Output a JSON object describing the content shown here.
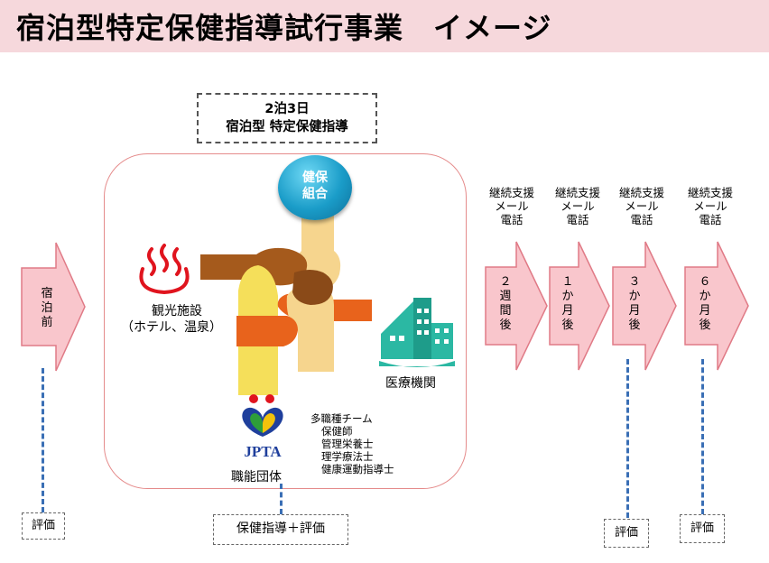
{
  "header": {
    "title": "宿泊型特定保健指導試行事業　イメージ"
  },
  "stay_box": {
    "line1": "2泊3日",
    "line2": "宿泊型 特定保健指導"
  },
  "kenpo_badge": {
    "line1": "健保",
    "line2": "組合"
  },
  "tourism": {
    "line1": "観光施設",
    "line2": "（ホテル、温泉）"
  },
  "medical": {
    "label": "医療機関"
  },
  "jpta": {
    "logo_text": "JPTA",
    "label": "職能団体"
  },
  "team": {
    "title": "多職種チーム",
    "members": [
      "保健師",
      "管理栄養士",
      "理学療法士",
      "健康運動指導士"
    ]
  },
  "pre_stay": {
    "label_chars": [
      "宿",
      "泊",
      "前"
    ]
  },
  "support_steps": [
    {
      "lines": [
        "継続支援",
        "メール",
        "電話"
      ],
      "arrow_chars": [
        "２",
        "週",
        "間",
        "後"
      ]
    },
    {
      "lines": [
        "継続支援",
        "メール",
        "電話"
      ],
      "arrow_chars": [
        "１",
        "か",
        "月",
        "後"
      ]
    },
    {
      "lines": [
        "継続支援",
        "メール",
        "電話"
      ],
      "arrow_chars": [
        "３",
        "か",
        "月",
        "後"
      ]
    },
    {
      "lines": [
        "継続支援",
        "メール",
        "電話"
      ],
      "arrow_chars": [
        "６",
        "か",
        "月",
        "後"
      ]
    }
  ],
  "evaluations": {
    "pre": "評価",
    "center": "保健指導＋評価",
    "month3": "評価",
    "month6": "評価"
  },
  "colors": {
    "title_band": "#f6d8dc",
    "arrow_fill": "#f9c6cc",
    "arrow_stroke": "#e07a86",
    "dash_line": "#3a6fb5",
    "badge": "#1a9cc8",
    "onsen_red": "#e0141e",
    "building_teal": "#2bb8a3"
  }
}
